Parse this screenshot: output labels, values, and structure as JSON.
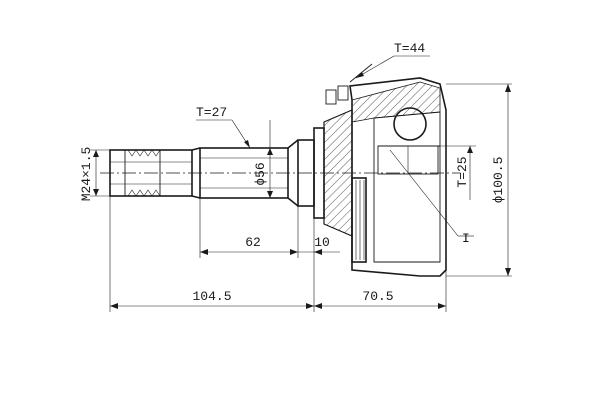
{
  "labels": {
    "thread": "M24×1.5",
    "spline_outer_teeth": "T=27",
    "spline_inner_teeth": "T=25",
    "abs_teeth": "T=44",
    "shaft_diameter": "ϕ56",
    "outer_diameter": "ϕ100.5",
    "length_62": "62",
    "length_10": "10",
    "length_104_5": "104.5",
    "length_70_5": "70.5",
    "callout_i": "I"
  }
}
